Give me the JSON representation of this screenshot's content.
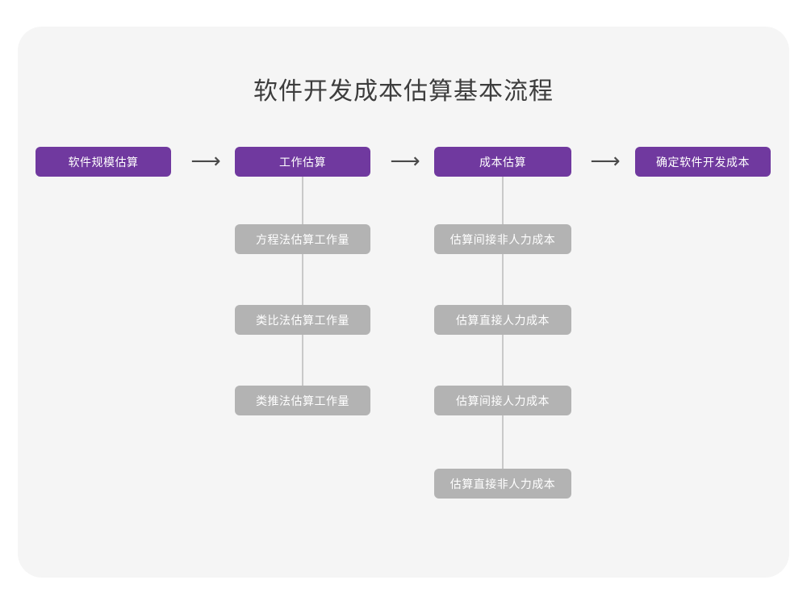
{
  "chart_data": {
    "type": "diagram",
    "title": "软件开发成本估算基本流程",
    "orientation": "left-to-right with vertical sub-branches",
    "colors": {
      "card_background": "#f5f5f5",
      "page_background": "#ffffff",
      "primary_node": "#70399f",
      "secondary_node": "#b3b3b3",
      "node_text": "#ffffff",
      "title_text": "#3d3d3d",
      "connector_line": "#c9c9c9",
      "arrow": "#4a4a4a"
    },
    "stages": [
      {
        "id": "stage-1",
        "label": "软件规模估算",
        "level": "primary",
        "children": []
      },
      {
        "id": "stage-2",
        "label": "工作估算",
        "level": "primary",
        "children": [
          "方程法估算工作量",
          "类比法估算工作量",
          "类推法估算工作量"
        ]
      },
      {
        "id": "stage-3",
        "label": "成本估算",
        "level": "primary",
        "children": [
          "估算间接非人力成本",
          "估算直接人力成本",
          "估算间接人力成本",
          "估算直接非人力成本"
        ]
      },
      {
        "id": "stage-4",
        "label": "确定软件开发成本",
        "level": "primary",
        "children": []
      }
    ],
    "connectors": [
      {
        "from": "stage-1",
        "to": "stage-2",
        "glyph": "⟶"
      },
      {
        "from": "stage-2",
        "to": "stage-3",
        "glyph": "⟶"
      },
      {
        "from": "stage-3",
        "to": "stage-4",
        "glyph": "⟶"
      }
    ]
  },
  "title": "软件开发成本估算基本流程",
  "nodes": {
    "stage1": "软件规模估算",
    "stage2": "工作估算",
    "stage3": "成本估算",
    "stage4": "确定软件开发成本",
    "work1": "方程法估算工作量",
    "work2": "类比法估算工作量",
    "work3": "类推法估算工作量",
    "cost1": "估算间接非人力成本",
    "cost2": "估算直接人力成本",
    "cost3": "估算间接人力成本",
    "cost4": "估算直接非人力成本"
  },
  "arrows": {
    "a1": "⟶",
    "a2": "⟶",
    "a3": "⟶"
  }
}
